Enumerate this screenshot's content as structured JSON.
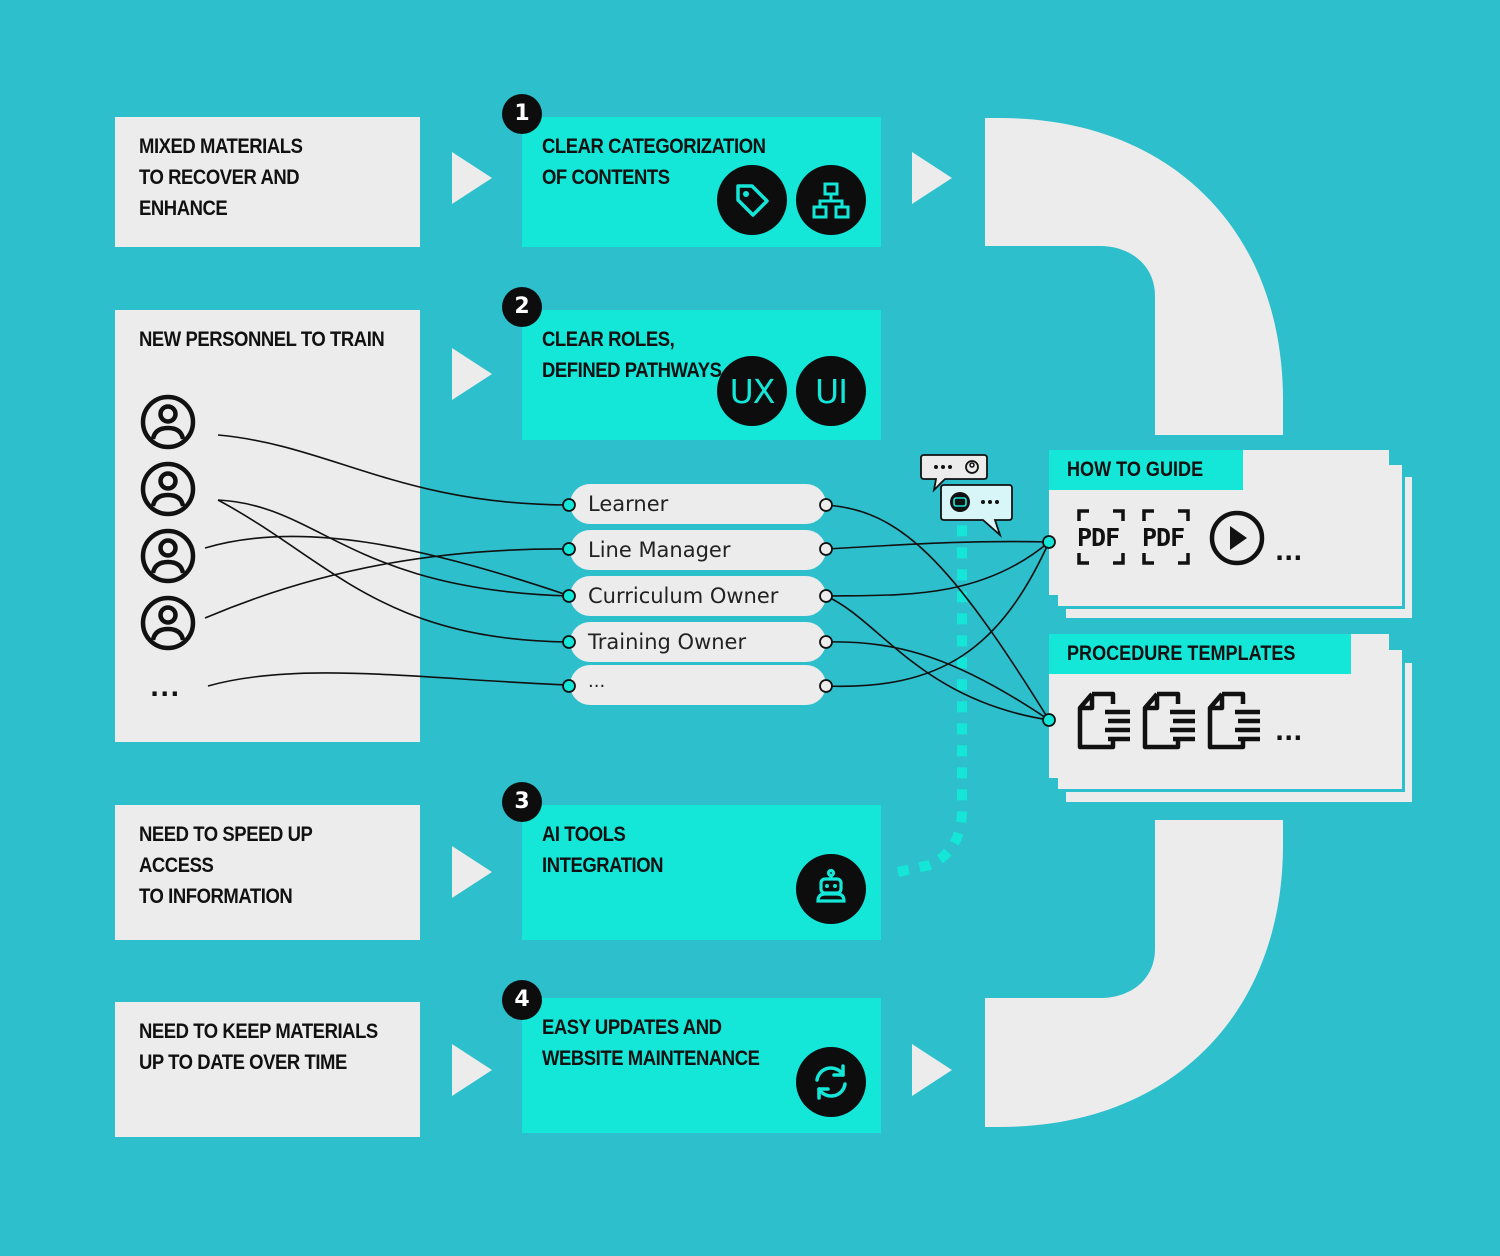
{
  "left_boxes": {
    "mixed": "MIXED MATERIALS\nTO RECOVER AND ENHANCE",
    "personnel": "NEW PERSONNEL TO TRAIN",
    "speed": "NEED TO SPEED UP ACCESS\nTO INFORMATION",
    "keep": "NEED TO KEEP MATERIALS\nUP TO DATE OVER TIME"
  },
  "personnel_more": "...",
  "steps": [
    {
      "number": "1",
      "title": "CLEAR CATEGORIZATION\nOF CONTENTS",
      "icons": [
        "tag-icon",
        "sitemap-icon"
      ]
    },
    {
      "number": "2",
      "title": "CLEAR ROLES,\nDEFINED PATHWAYS",
      "icons": [
        "UX",
        "UI"
      ]
    },
    {
      "number": "3",
      "title": "AI TOOLS\nINTEGRATION",
      "icons": [
        "robot-icon"
      ]
    },
    {
      "number": "4",
      "title": "EASY UPDATES AND\nWEBSITE MAINTENANCE",
      "icons": [
        "refresh-icon"
      ]
    }
  ],
  "roles": [
    "Learner",
    "Line Manager",
    "Curriculum Owner",
    "Training Owner",
    "..."
  ],
  "outputs": {
    "guide_title": "HOW TO GUIDE",
    "guide_items": [
      "PDF",
      "PDF"
    ],
    "guide_more": "...",
    "templates_title": "PROCEDURE TEMPLATES",
    "templates_more": "..."
  },
  "chat_dots": "•••",
  "colors": {
    "background": "#2dbfcb",
    "accent": "#14e6d8",
    "panel": "#ececec",
    "dark": "#0d0d0d"
  }
}
